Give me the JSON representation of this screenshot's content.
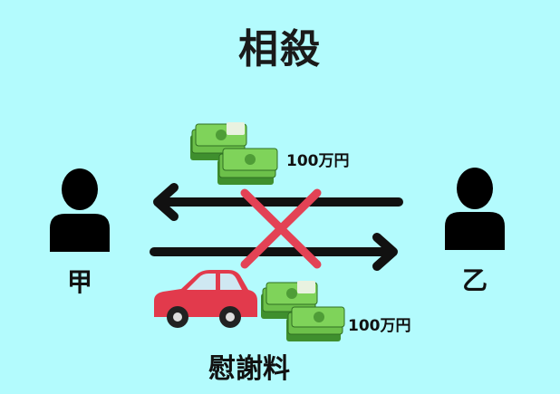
{
  "title": "相殺",
  "party_a": {
    "label": "甲",
    "icon": "person-icon"
  },
  "party_b": {
    "label": "乙",
    "icon": "person-icon"
  },
  "top_flow": {
    "amount": "100万円",
    "icon": "cash-stack-icon",
    "status": "cancelled"
  },
  "bottom_flow": {
    "amount": "100万円",
    "icon": "cash-stack-icon"
  },
  "compensation": {
    "label": "慰謝料",
    "icon": "car-icon"
  },
  "colors": {
    "background": "#b3fbfd",
    "cross": "#e34255",
    "car": "#e23a4c",
    "cash": "#6cc04a",
    "arrow": "#111111"
  }
}
